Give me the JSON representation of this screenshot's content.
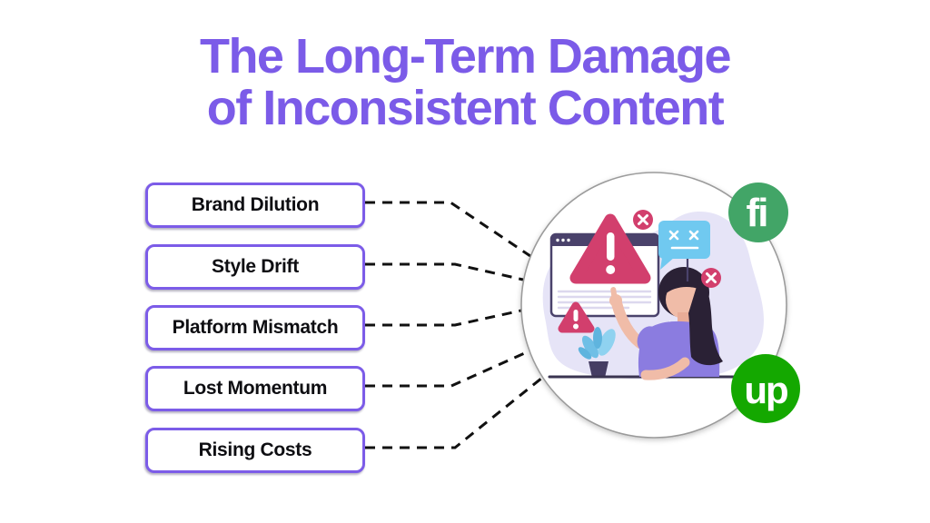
{
  "title": {
    "line1": "The Long-Term Damage",
    "line2": "of Inconsistent Content"
  },
  "items": [
    {
      "label": "Brand Dilution"
    },
    {
      "label": "Style Drift"
    },
    {
      "label": "Platform Mismatch"
    },
    {
      "label": "Lost Momentum"
    },
    {
      "label": "Rising Costs"
    }
  ],
  "illustration": {
    "logos": {
      "fiverr_label": "fi",
      "upwork_label": "up"
    },
    "icons": [
      "warning-triangle-icon",
      "error-x-icon",
      "dead-face-speech-bubble-icon",
      "browser-window-icon",
      "plant-icon",
      "woman-at-desk-illustration"
    ],
    "colors": {
      "title_purple": "#7B5BE8",
      "box_border_purple": "#7C5CE8",
      "connector_black": "#111111",
      "alert_pink": "#D23F6D",
      "bubble_blue": "#70C9F0",
      "browser_bar_purple": "#4A426B",
      "blob_lavender": "#E6E4F7",
      "shirt_purple": "#8B7CE0",
      "skin": "#F0BCA8",
      "hair_dark": "#2A2135",
      "fiverr_green": "#42A567",
      "upwork_green": "#14A800"
    }
  }
}
